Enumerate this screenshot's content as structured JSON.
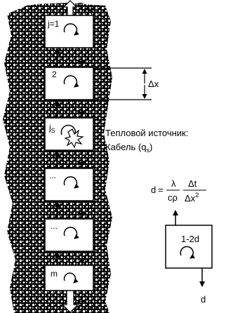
{
  "outlets": {
    "top": {
      "main": "T",
      "sub": "out1"
    },
    "bottom": {
      "main": "T",
      "sub": "outm"
    }
  },
  "cells": [
    {
      "label": "j=1"
    },
    {
      "label": "2"
    },
    {
      "label": "j",
      "sub": "S"
    },
    {
      "label": "..."
    },
    {
      "label": "..."
    },
    {
      "label": "m"
    }
  ],
  "delta_x": {
    "label": "Δx"
  },
  "heat_source": {
    "line1": "Тепловой источник:",
    "line2_main": "Кабель (q",
    "line2_sub": "s",
    "line2_end": ")"
  },
  "formula": {
    "lhs": "d",
    "eq": "=",
    "f1_num": "λ",
    "f1_den": "cρ",
    "f2_num": "Δt",
    "f2_den_main": "Δx",
    "f2_den_sup": "2"
  },
  "legend_cell": {
    "label": "1-2d",
    "arrow_label": "d"
  },
  "colors": {
    "texture_dark": "#000000",
    "texture_light": "#ffffff",
    "stroke": "#000000"
  }
}
